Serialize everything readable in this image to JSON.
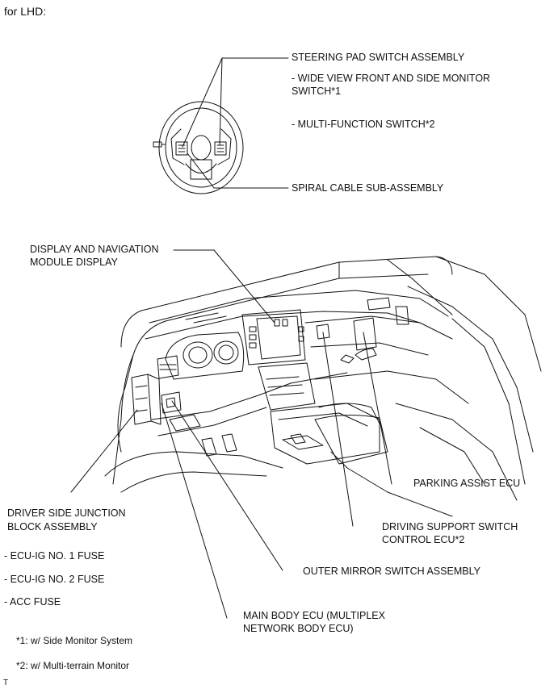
{
  "heading": "for LHD:",
  "callouts": {
    "steering_pad": "STEERING PAD SWITCH ASSEMBLY",
    "wide_view_1": "- WIDE VIEW FRONT AND SIDE MONITOR",
    "wide_view_2": "SWITCH*1",
    "multi_function": "- MULTI-FUNCTION SWITCH*2",
    "spiral_cable": "SPIRAL CABLE SUB-ASSEMBLY",
    "display_nav_1": "DISPLAY AND NAVIGATION",
    "display_nav_2": "MODULE DISPLAY",
    "parking_assist": "PARKING ASSIST ECU",
    "driving_support_1": "DRIVING SUPPORT SWITCH",
    "driving_support_2": "CONTROL ECU*2",
    "outer_mirror": "OUTER MIRROR SWITCH ASSEMBLY",
    "main_body_1": "MAIN BODY ECU (MULTIPLEX",
    "main_body_2": "NETWORK BODY ECU)",
    "junction_1": "DRIVER SIDE JUNCTION",
    "junction_2": "BLOCK ASSEMBLY"
  },
  "fuses": [
    "- ECU-IG NO. 1 FUSE",
    "- ECU-IG NO. 2 FUSE",
    "- ACC FUSE"
  ],
  "footnotes": [
    "*1: w/ Side Monitor System",
    "*2: w/ Multi-terrain Monitor"
  ],
  "corner_mark": "T"
}
